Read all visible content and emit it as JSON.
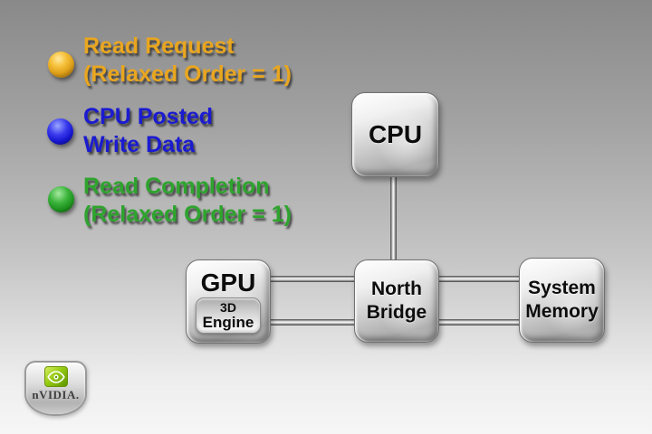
{
  "slide": {
    "background_top_color": "#898989",
    "background_bottom_color": "#f6f6f6"
  },
  "legend": {
    "items": [
      {
        "name": "read-request",
        "text_color": "#E9A61F",
        "bullet_color": "#E2A01C",
        "line1": "Read Request",
        "line2": "(Relaxed Order = 1)"
      },
      {
        "name": "cpu-posted-write-data",
        "text_color": "#1B1BD1",
        "bullet_color": "#2424DD",
        "line1": "CPU Posted",
        "line2": "Write Data"
      },
      {
        "name": "read-completion",
        "text_color": "#2EA42E",
        "bullet_color": "#2E9E2E",
        "line1": "Read Completion",
        "line2": "(Relaxed Order = 1)"
      }
    ]
  },
  "diagram": {
    "cpu_label": "CPU",
    "gpu_label": "GPU",
    "gpu_sub_line1": "3D",
    "gpu_sub_line2": "Engine",
    "north_bridge_line1": "North",
    "north_bridge_line2": "Bridge",
    "system_memory_line1": "System",
    "system_memory_line2": "Memory"
  },
  "logo": {
    "brand": "nVIDIA."
  }
}
